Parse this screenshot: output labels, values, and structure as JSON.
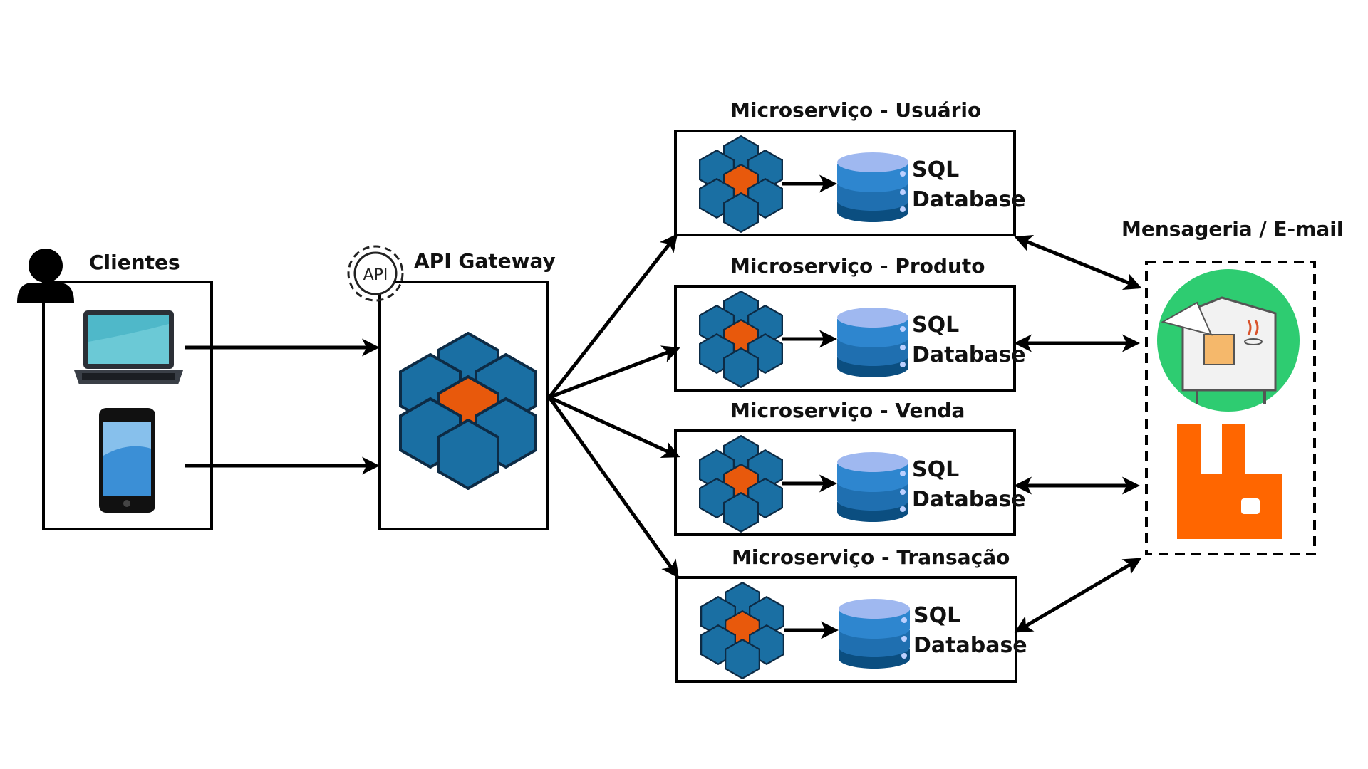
{
  "clients": {
    "title": "Clientes",
    "devices": [
      "laptop-icon",
      "smartphone-icon"
    ]
  },
  "gateway": {
    "title": "API Gateway",
    "icon_text": "API"
  },
  "microservices": [
    {
      "title": "Microserviço - Usuário",
      "db_line1": "SQL",
      "db_line2": "Database"
    },
    {
      "title": "Microserviço - Produto",
      "db_line1": "SQL",
      "db_line2": "Database"
    },
    {
      "title": "Microserviço - Venda",
      "db_line1": "SQL",
      "db_line2": "Database"
    },
    {
      "title": "Microserviço - Transação",
      "db_line1": "SQL",
      "db_line2": "Database"
    }
  ],
  "messaging": {
    "title": "Mensageria / E-mail",
    "icons": [
      "java-mail-icon",
      "rabbitmq-icon"
    ]
  },
  "colors": {
    "hex_blue": "#1a6fa3",
    "hex_orange": "#e8590c",
    "db_blue": "#2e7fc4",
    "mail_green": "#2ecc71",
    "rabbit_orange": "#ff6600"
  }
}
